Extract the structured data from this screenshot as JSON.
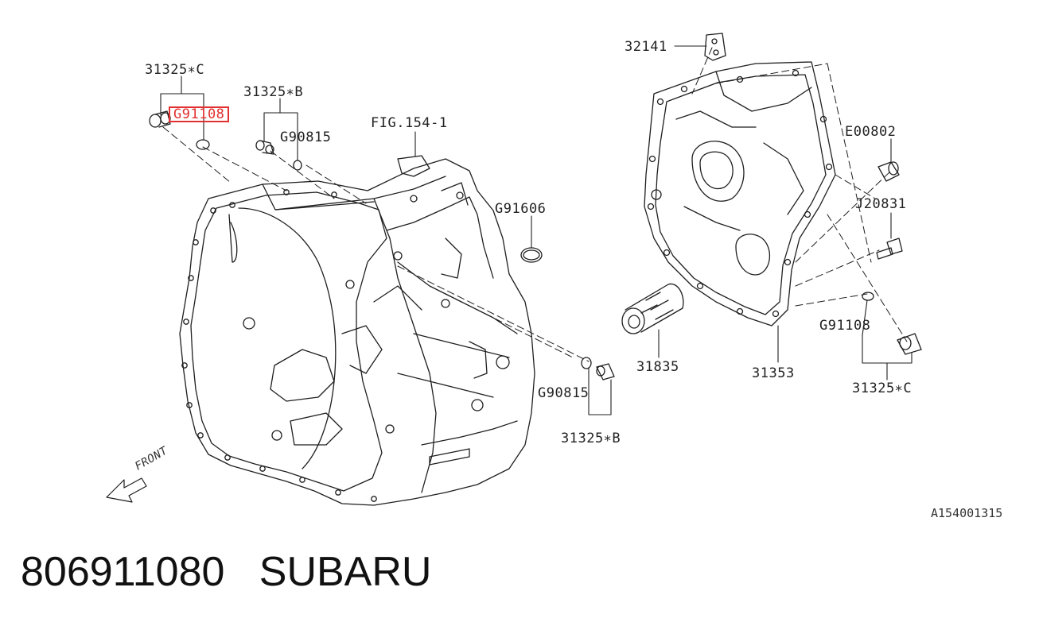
{
  "labels": {
    "c_top_left": "31325∗C",
    "g91108_highlighted": "G91108",
    "b_top": "31325∗B",
    "g90815_top": "G90815",
    "fig": "FIG.154-1",
    "g91606": "G91606",
    "g90815_bottom": "G90815",
    "b_bottom": "31325∗B",
    "num_32141": "32141",
    "e00802": "E00802",
    "j20831": "J20831",
    "g91108_right": "G91108",
    "c_bottom_right": "31325∗C",
    "num_31835": "31835",
    "num_31353": "31353",
    "front": "FRONT"
  },
  "diagram_code": "A154001315",
  "part_number": "806911080",
  "brand": "SUBARU",
  "highlight_color": "#e23030"
}
